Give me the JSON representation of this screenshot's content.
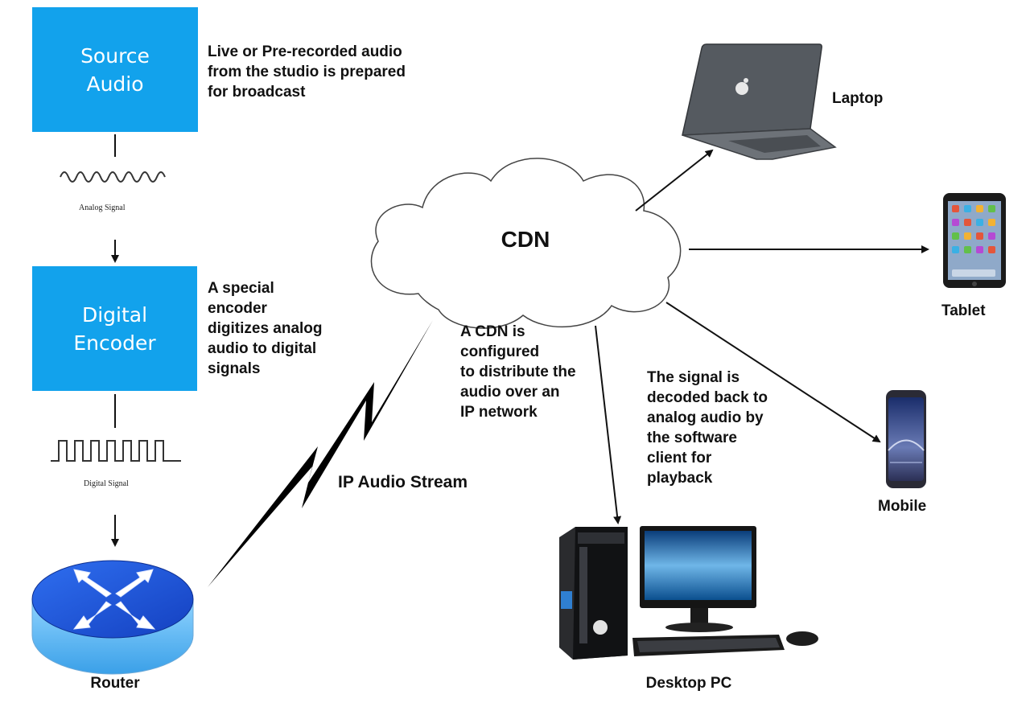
{
  "source": {
    "line1": "Source",
    "line2": "Audio",
    "description": [
      "Live or Pre-recorded audio",
      "from the studio is prepared",
      "for broadcast"
    ]
  },
  "encoder": {
    "line1": "Digital",
    "line2": "Encoder",
    "description": [
      "A special",
      "encoder",
      "digitizes analog",
      "audio to digital",
      "signals"
    ]
  },
  "analog_label": "Analog Signal",
  "digital_label": "Digital Signal",
  "router_label": "Router",
  "stream_label": "IP Audio Stream",
  "cdn": {
    "title": "CDN",
    "description": [
      "A CDN is",
      "configured",
      "to distribute the",
      "audio over an",
      "IP network"
    ]
  },
  "decode_description": [
    "The signal is",
    "decoded back to",
    "analog audio by",
    "the software",
    "client for",
    "playback"
  ],
  "devices": {
    "laptop": "Laptop",
    "tablet": "Tablet",
    "mobile": "Mobile",
    "desktop": "Desktop PC"
  },
  "colors": {
    "box_blue": "#12a2ec",
    "router_blue": "#1e5fd6",
    "laptop_gray": "#555a60"
  }
}
